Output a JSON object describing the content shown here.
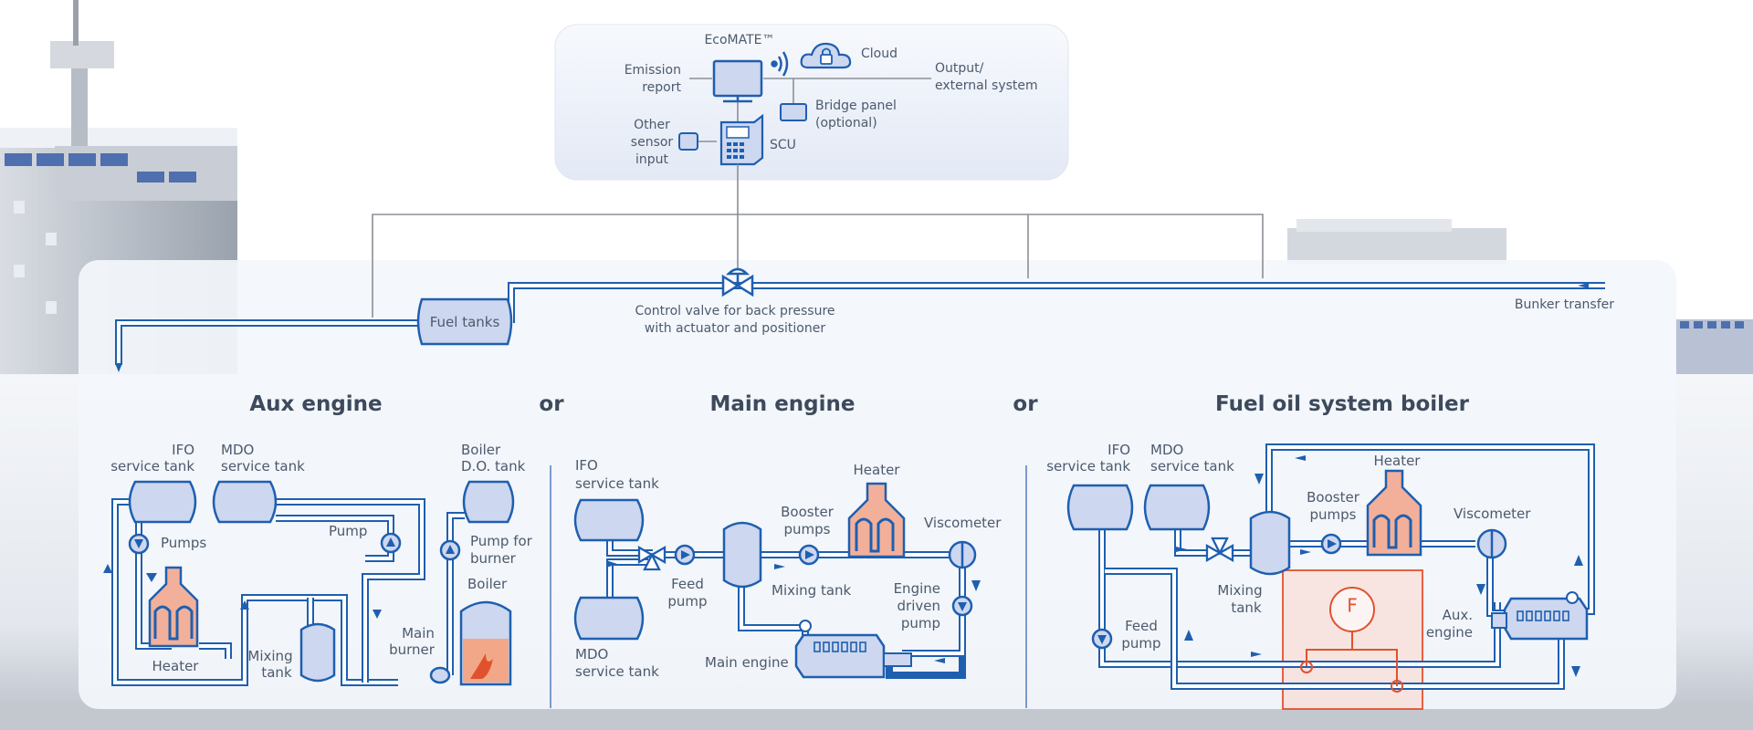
{
  "control_system": {
    "ecomate": "EcoMATE™",
    "cloud": "Cloud",
    "emission_report": [
      "Emission",
      "report"
    ],
    "output_external": [
      "Output/",
      "external system"
    ],
    "bridge_panel": [
      "Bridge panel",
      "(optional)"
    ],
    "other_sensor": [
      "Other",
      "sensor",
      "input"
    ],
    "scu": "SCU"
  },
  "fuel_line": {
    "fuel_tanks": "Fuel tanks",
    "control_valve": [
      "Control valve for back pressure",
      "with actuator and positioner"
    ],
    "bunker_transfer": "Bunker transfer"
  },
  "sections": {
    "aux_engine": "Aux engine",
    "or1": "or",
    "main_engine": "Main engine",
    "or2": "or",
    "boiler_system": "Fuel oil system boiler"
  },
  "aux": {
    "ifo_tank": [
      "IFO",
      "service tank"
    ],
    "mdo_tank": [
      "MDO",
      "service tank"
    ],
    "boiler_do_tank": [
      "Boiler",
      "D.O. tank"
    ],
    "pumps": "Pumps",
    "pump": "Pump",
    "pump_for_burner": [
      "Pump for",
      "burner"
    ],
    "boiler": "Boiler",
    "heater": "Heater",
    "mixing_tank": [
      "Mixing",
      "tank"
    ],
    "main_burner": [
      "Main",
      "burner"
    ]
  },
  "main": {
    "ifo_tank": [
      "IFO",
      "service tank"
    ],
    "mdo_tank": [
      "MDO",
      "service tank"
    ],
    "heater": "Heater",
    "booster_pumps": [
      "Booster",
      "pumps"
    ],
    "viscometer": "Viscometer",
    "feed_pump": [
      "Feed",
      "pump"
    ],
    "mixing_tank": "Mixing tank",
    "engine_driven_pump": [
      "Engine",
      "driven",
      "pump"
    ],
    "main_engine": "Main engine"
  },
  "fob": {
    "ifo_tank": [
      "IFO",
      "service tank"
    ],
    "mdo_tank": [
      "MDO",
      "service tank"
    ],
    "heater": "Heater",
    "booster_pumps": [
      "Booster",
      "pumps"
    ],
    "viscometer": "Viscometer",
    "mixing_tank": [
      "Mixing",
      "tank"
    ],
    "feed_pump": [
      "Feed",
      "pump"
    ],
    "aux_engine": [
      "Aux.",
      "engine"
    ],
    "flowmeter": "F"
  },
  "colors": {
    "pipe": "#1e5fb0",
    "tank_fill": "#cdd7ef",
    "heater_fill": "#f2b09a",
    "highlight": "#e0522e",
    "panel": "#f3f6fb"
  }
}
